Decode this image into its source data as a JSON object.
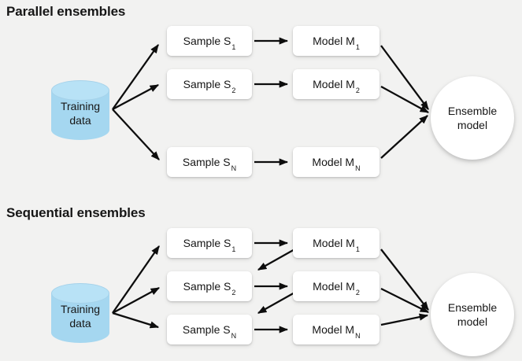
{
  "colors": {
    "page-bg": "#f2f2f1",
    "node-bg": "#ffffff",
    "cylinder-body": "#a5d7f0",
    "cylinder-top": "#b8e2f6",
    "text": "#161616",
    "arrow": "#0d0d0d"
  },
  "diagrams": [
    {
      "title": "Parallel ensembles",
      "source_label": "Training data",
      "samples": [
        {
          "prefix": "Sample S",
          "sub": "1"
        },
        {
          "prefix": "Sample S",
          "sub": "2"
        },
        {
          "prefix": "Sample S",
          "sub": "N"
        }
      ],
      "models": [
        {
          "prefix": "Model M",
          "sub": "1"
        },
        {
          "prefix": "Model M",
          "sub": "2"
        },
        {
          "prefix": "Model M",
          "sub": "N"
        }
      ],
      "ensemble_label": "Ensemble model"
    },
    {
      "title": "Sequential ensembles",
      "source_label": "Training data",
      "samples": [
        {
          "prefix": "Sample S",
          "sub": "1"
        },
        {
          "prefix": "Sample S",
          "sub": "2"
        },
        {
          "prefix": "Sample S",
          "sub": "N"
        }
      ],
      "models": [
        {
          "prefix": "Model M",
          "sub": "1"
        },
        {
          "prefix": "Model M",
          "sub": "2"
        },
        {
          "prefix": "Model M",
          "sub": "N"
        }
      ],
      "ensemble_label": "Ensemble model"
    }
  ]
}
